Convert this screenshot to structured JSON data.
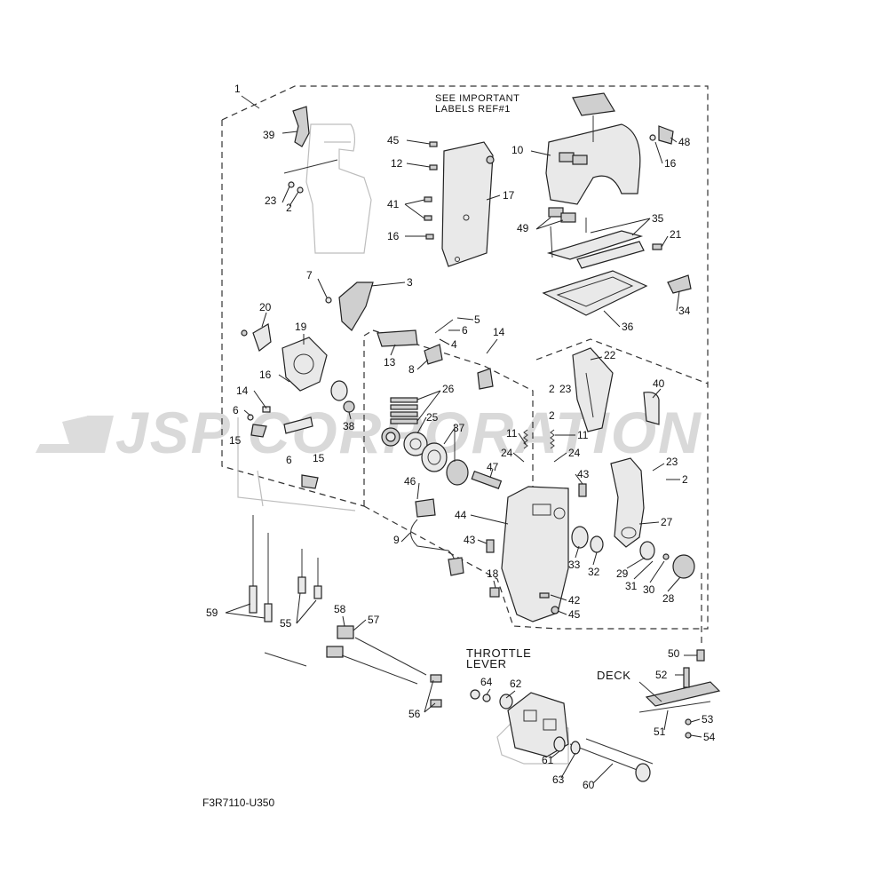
{
  "watermark": "JSP CORPORATION",
  "drawing_code": "F3R7110-U350",
  "notes": {
    "labels_line1": "SEE IMPORTANT",
    "labels_line2": "LABELS REF#1",
    "throttle_line1": "THROTTLE",
    "throttle_line2": "LEVER",
    "deck": "DECK"
  },
  "callouts": {
    "c1": "1",
    "c2a": "2",
    "c2b": "2",
    "c2c": "2",
    "c2d": "2",
    "c3": "3",
    "c4": "4",
    "c5": "5",
    "c6a": "6",
    "c6b": "6",
    "c6c": "6",
    "c7": "7",
    "c8": "8",
    "c9": "9",
    "c10": "10",
    "c11a": "11",
    "c11b": "11",
    "c12": "12",
    "c13": "13",
    "c14a": "14",
    "c14b": "14",
    "c15a": "15",
    "c15b": "15",
    "c16a": "16",
    "c16b": "16",
    "c16c": "16",
    "c17": "17",
    "c18": "18",
    "c19": "19",
    "c20": "20",
    "c21": "21",
    "c22": "22",
    "c23a": "23",
    "c23b": "23",
    "c23c": "23",
    "c24a": "24",
    "c24b": "24",
    "c25": "25",
    "c26": "26",
    "c27": "27",
    "c28": "28",
    "c29": "29",
    "c30": "30",
    "c31": "31",
    "c32": "32",
    "c33": "33",
    "c34": "34",
    "c35": "35",
    "c36": "36",
    "c37": "37",
    "c38": "38",
    "c39": "39",
    "c40": "40",
    "c41": "41",
    "c42": "42",
    "c43a": "43",
    "c43b": "43",
    "c44": "44",
    "c45a": "45",
    "c45b": "45",
    "c46": "46",
    "c47": "47",
    "c48": "48",
    "c49": "49",
    "c50": "50",
    "c51": "51",
    "c52": "52",
    "c53": "53",
    "c54": "54",
    "c55": "55",
    "c56": "56",
    "c57": "57",
    "c58": "58",
    "c59": "59",
    "c60": "60",
    "c61": "61",
    "c62": "62",
    "c63": "63",
    "c64": "64"
  }
}
